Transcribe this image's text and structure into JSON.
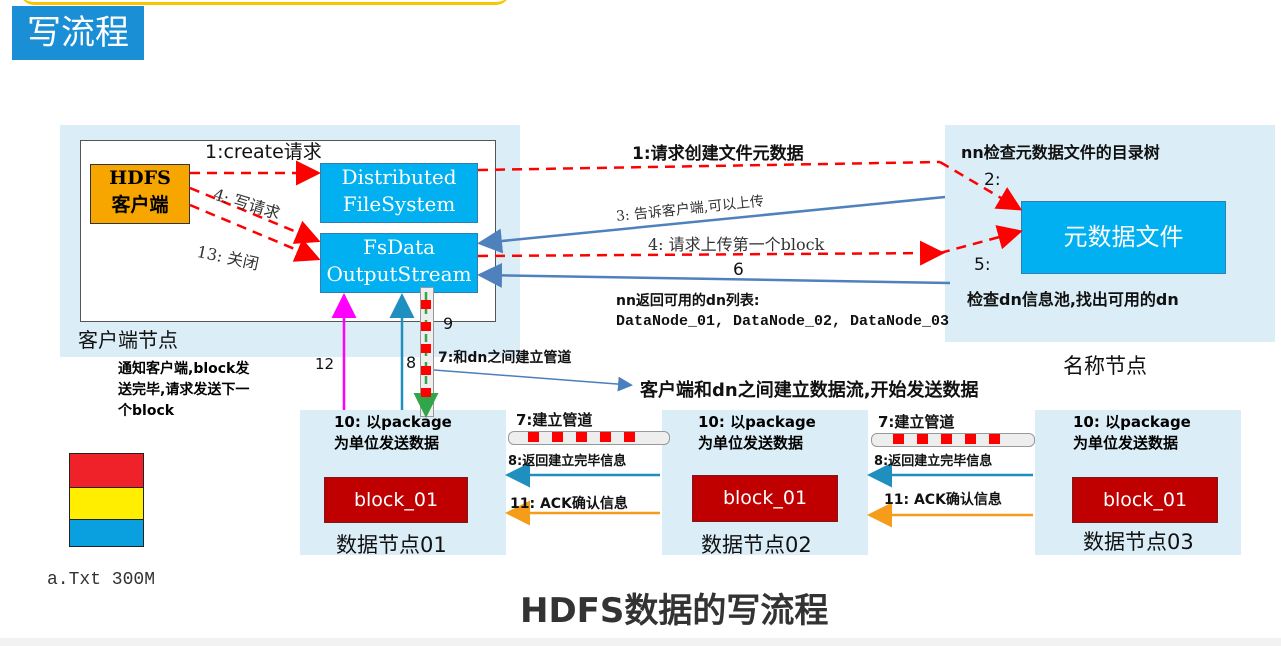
{
  "page_title": "写流程",
  "diagram_title": "HDFS数据的写流程",
  "client": {
    "hdfs_client": [
      "HDFS",
      "客户端"
    ],
    "dfs": [
      "Distributed",
      "FileSystem"
    ],
    "fsdata": [
      "FsData",
      "OutputStream"
    ],
    "node_label": "客户端节点",
    "step1_create": "1:create请求",
    "step4_write": "4: 写请求",
    "step13_close": "13: 关闭"
  },
  "namenode": {
    "label": "名称节点",
    "metadata": "元数据文件",
    "check_tree": "nn检查元数据文件的目录树",
    "step2": "2:",
    "step5": "5:",
    "check_pool": "检查dn信息池,找出可用的dn"
  },
  "flow": {
    "req_metadata": "1:请求创建文件元数据",
    "tell_client": "3: 告诉客户端,可以上传",
    "upload_first": "4: 请求上传第一个block",
    "step6": "6",
    "nn_return": "nn返回可用的dn列表:",
    "dn_list": "DataNode_01, DataNode_02, DataNode_03",
    "step9": "9",
    "step8": "8",
    "step7_pipe": "7:和dn之间建立管道",
    "stream": "客户端和dn之间建立数据流,开始发送数据",
    "step12": "12",
    "notify": [
      "通知客户端,block发",
      "送完毕,请求发送下一",
      "个block"
    ]
  },
  "datanodes": [
    {
      "label": "数据节点01",
      "send": [
        "10: 以package",
        "为单位发送数据"
      ],
      "block": "block_01"
    },
    {
      "label": "数据节点02",
      "send": [
        "10: 以package",
        "为单位发送数据"
      ],
      "block": "block_01"
    },
    {
      "label": "数据节点03",
      "send": [
        "10: 以package",
        "为单位发送数据"
      ],
      "block": "block_01"
    }
  ],
  "pipes": [
    {
      "build": "7:建立管道",
      "ret": "8:返回建立完毕信息",
      "ack": "11: ACK确认信息"
    },
    {
      "build": "7:建立管道",
      "ret": "8:返回建立完毕信息",
      "ack": "11: ACK确认信息"
    }
  ],
  "file_label": "a.Txt 300M",
  "colors": {
    "accent_blue": "#00b0f0",
    "block_red": "#c00000",
    "client_orange": "#f7a600",
    "panel": "#dbeef7",
    "dashed_red": "#ff0000",
    "steel_blue": "#4f81bd",
    "orange_arrow": "#f59c1a",
    "magenta": "#ff00ff"
  }
}
